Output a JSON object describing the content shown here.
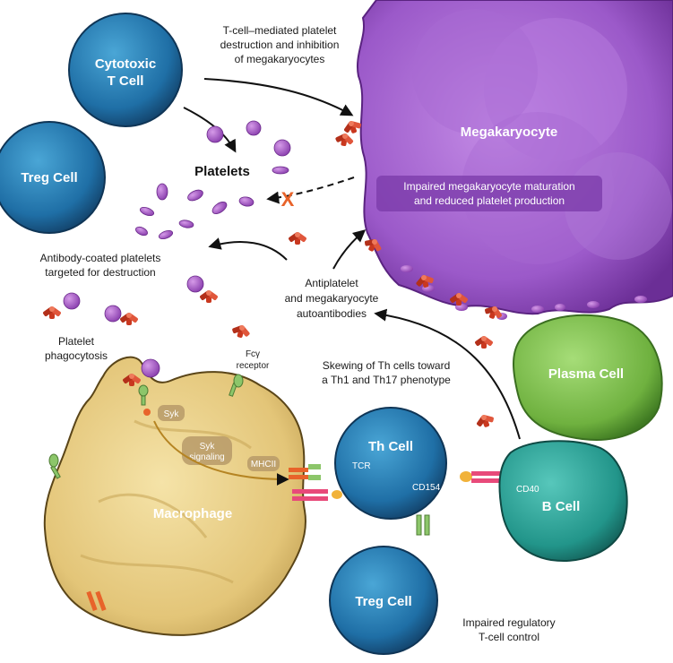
{
  "cells": {
    "cytotoxic_t_line1": "Cytotoxic",
    "cytotoxic_t_line2": "T Cell",
    "treg_top": "Treg Cell",
    "megakaryocyte": "Megakaryocyte",
    "plasma": "Plasma Cell",
    "th": "Th Cell",
    "b_cell": "B Cell",
    "treg_bottom": "Treg Cell",
    "macrophage": "Macrophage"
  },
  "labels": {
    "platelets": "Platelets",
    "tcell_destruction_l1": "T-cell–mediated platelet",
    "tcell_destruction_l2": "destruction and inhibition",
    "tcell_destruction_l3": "of megakaryocytes",
    "impaired_maturation_l1": "Impaired megakaryocyte maturation",
    "impaired_maturation_l2": "and reduced platelet production",
    "antibody_coated_l1": "Antibody-coated platelets",
    "antibody_coated_l2": "targeted for destruction",
    "autoantibodies_l1": "Antiplatelet",
    "autoantibodies_l2": "and megakaryocyte",
    "autoantibodies_l3": "autoantibodies",
    "phagocytosis_l1": "Platelet",
    "phagocytosis_l2": "phagocytosis",
    "fc_receptor_l1": "Fcγ",
    "fc_receptor_l2": "receptor",
    "skewing_l1": "Skewing of Th cells toward",
    "skewing_l2": "a Th1 and Th17 phenotype",
    "syk": "Syk",
    "syk_signaling_l1": "Syk",
    "syk_signaling_l2": "signaling",
    "mhc": "MHCII",
    "tcr": "TCR",
    "cd154": "CD154",
    "cd40": "CD40",
    "impaired_regulatory_l1": "Impaired regulatory",
    "impaired_regulatory_l2": "T-cell control",
    "block_mark": "X"
  },
  "colors": {
    "t_cell": "#1f6fa6",
    "megakaryocyte": "#9b59c9",
    "plasma": "#7bbf4a",
    "b_cell": "#2aa59a",
    "macrophage": "#e8cf86",
    "platelet": "#a55cc0",
    "antibody": "#d2412a",
    "arrow": "#111111",
    "block": "#e8632a"
  }
}
